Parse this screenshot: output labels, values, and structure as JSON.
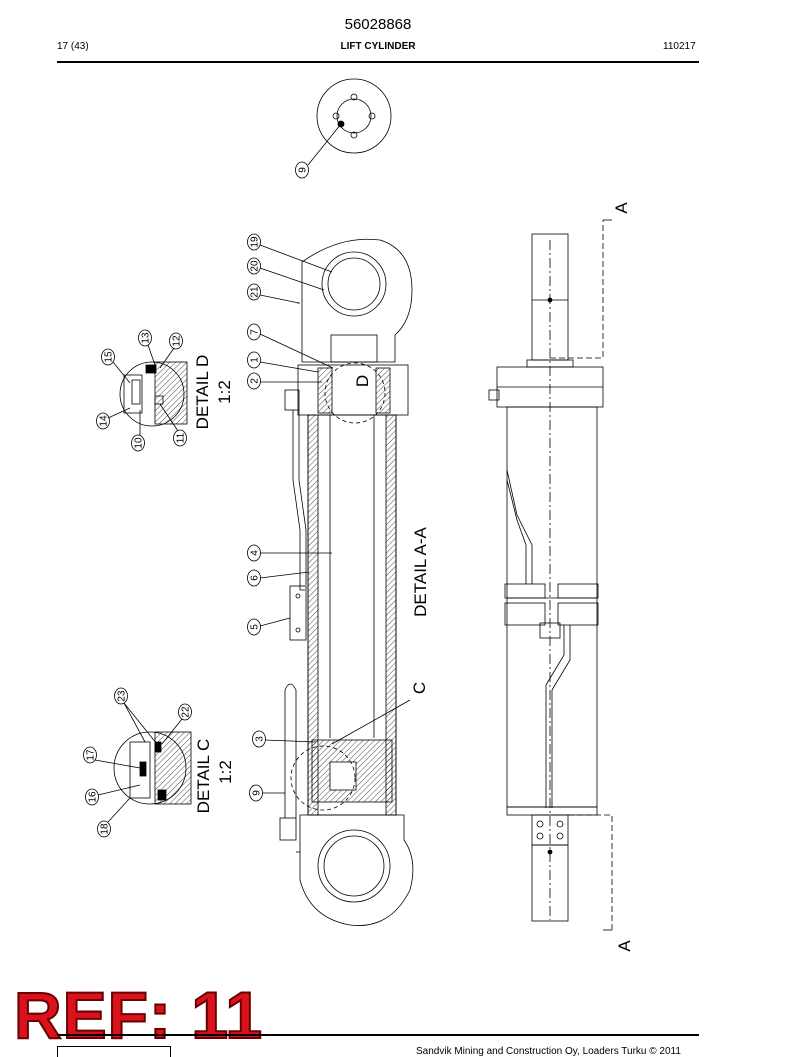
{
  "header": {
    "doc_number": "56028868",
    "page": "17 (43)",
    "title": "LIFT CYLINDER",
    "code": "110217"
  },
  "callouts": {
    "c1": "1",
    "c2": "2",
    "c3": "3",
    "c4": "4",
    "c5": "5",
    "c6": "6",
    "c7": "7",
    "c9_top": "9",
    "c9_bottom": "9",
    "c10": "10",
    "c11": "11",
    "c12": "12",
    "c13": "13",
    "c14": "14",
    "c15": "15",
    "c16": "16",
    "c17": "17",
    "c18": "18",
    "c19": "19",
    "c20": "20",
    "c21": "21",
    "c22": "22",
    "c23": "23"
  },
  "labels": {
    "detail_d": "DETAIL  D",
    "detail_d_scale": "1:2",
    "detail_c": "DETAIL  C",
    "detail_c_scale": "1:2",
    "detail_aa": "DETAIL  A-A",
    "letter_d": "D",
    "letter_c": "C",
    "section_a_top": "A",
    "section_a_bottom": "A"
  },
  "stamp": {
    "ref": "REF: 11"
  },
  "footer": {
    "copyright": "Sandvik Mining and Construction Oy, Loaders Turku © 2011"
  }
}
